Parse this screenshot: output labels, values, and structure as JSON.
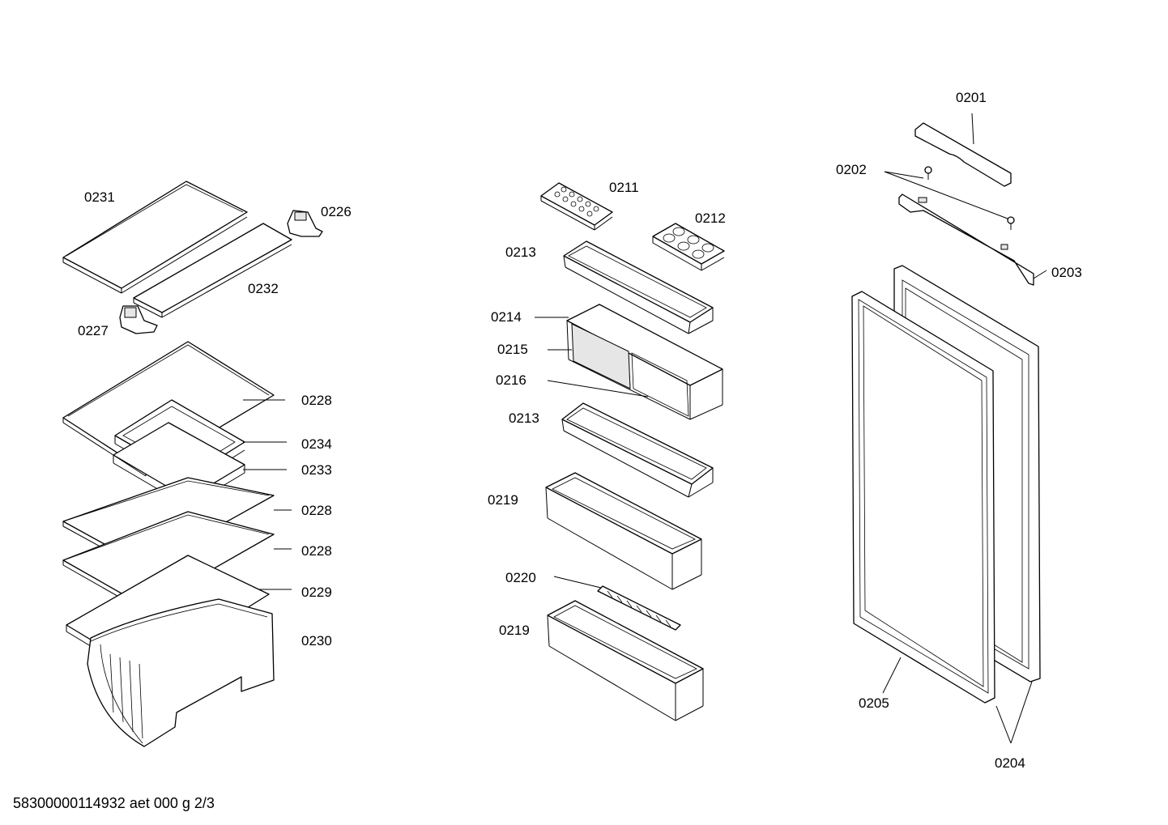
{
  "labels": {
    "p0201": "0201",
    "p0202": "0202",
    "p0203": "0203",
    "p0204": "0204",
    "p0205": "0205",
    "p0211": "0211",
    "p0212": "0212",
    "p0213a": "0213",
    "p0213b": "0213",
    "p0214": "0214",
    "p0215": "0215",
    "p0216": "0216",
    "p0219a": "0219",
    "p0219b": "0219",
    "p0220": "0220",
    "p0226": "0226",
    "p0227": "0227",
    "p0228a": "0228",
    "p0228b": "0228",
    "p0228c": "0228",
    "p0229": "0229",
    "p0230": "0230",
    "p0231": "0231",
    "p0232": "0232",
    "p0233": "0233",
    "p0234": "0234"
  },
  "footer": "58300000114932 aet 000 g 2/3"
}
